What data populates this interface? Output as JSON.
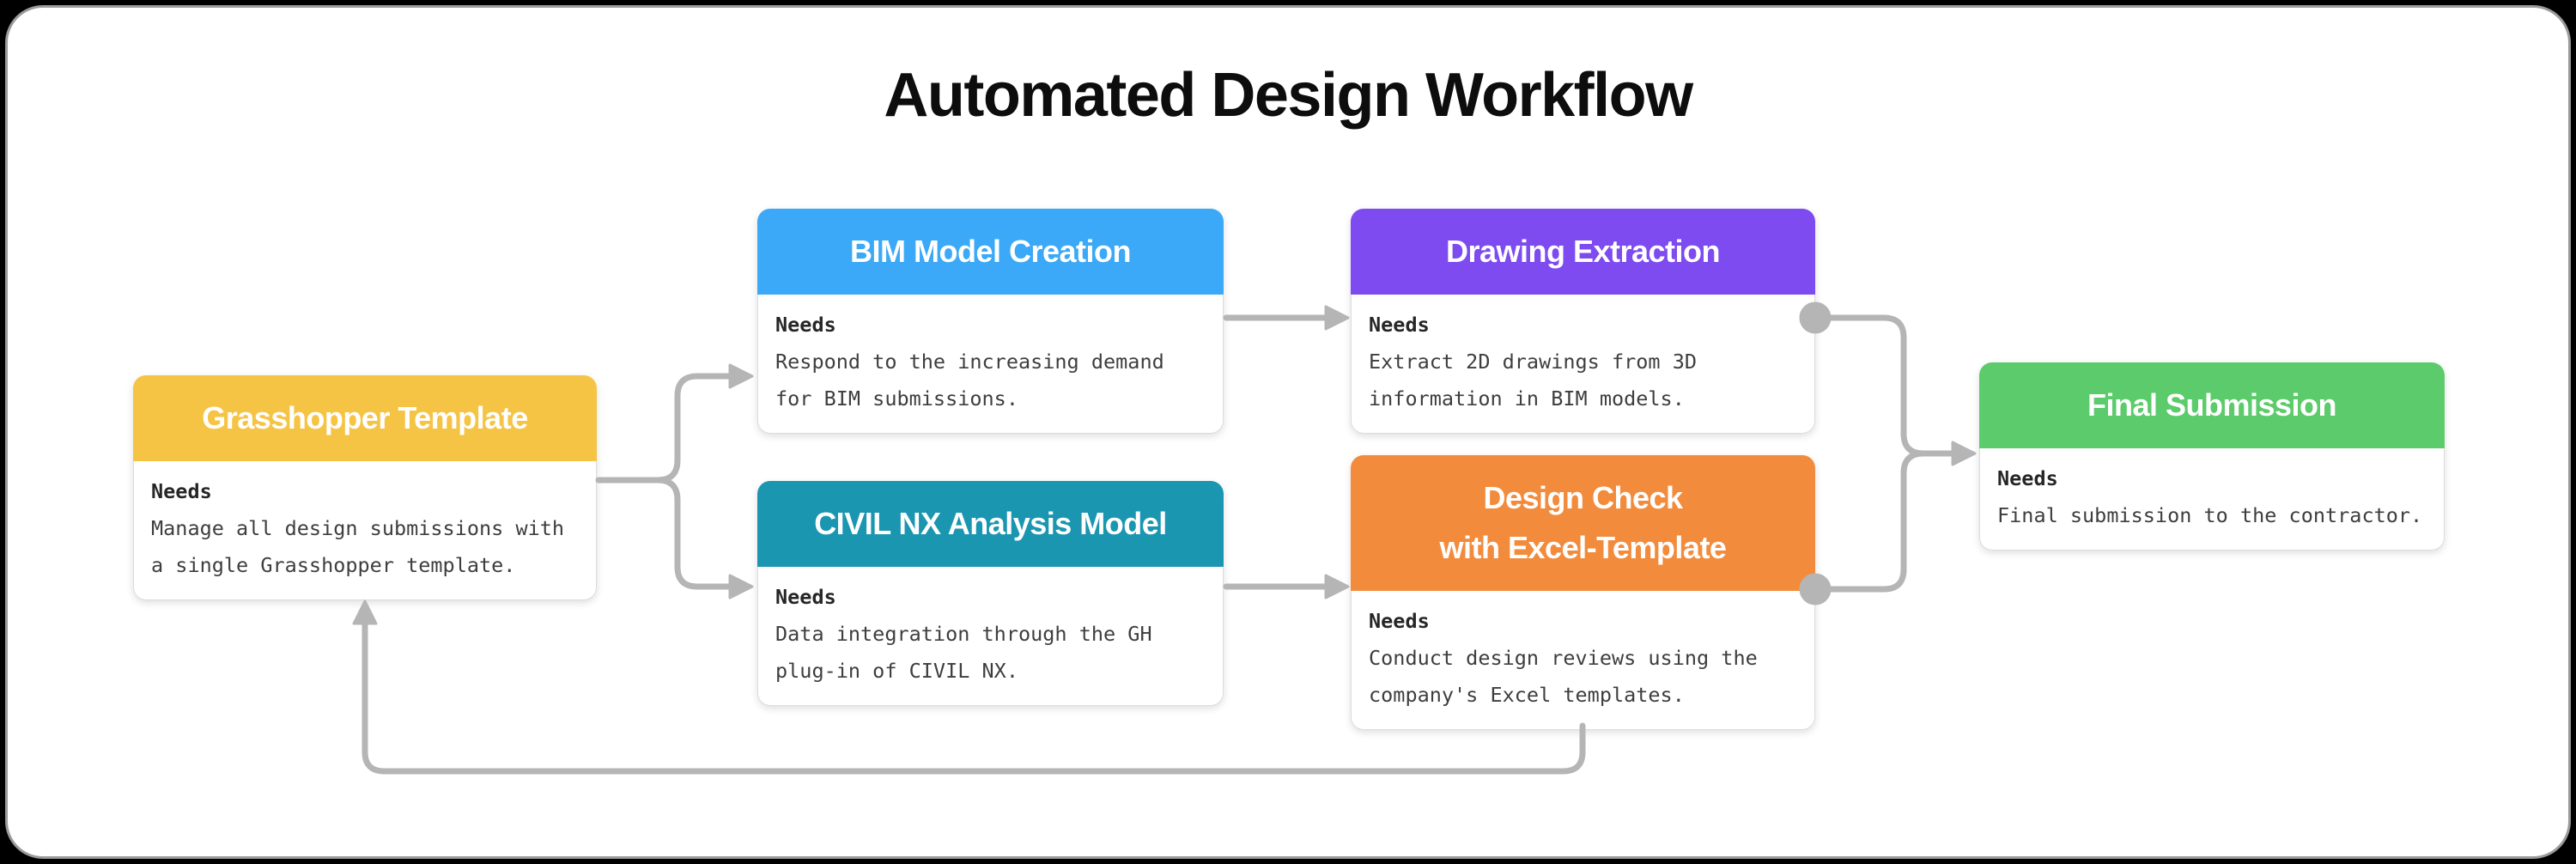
{
  "page": {
    "title": "Automated Design Workflow",
    "background_color": "#000000",
    "card_background": "#ffffff",
    "card_border_color": "#9b9b9b"
  },
  "connector": {
    "color": "#b5b5b5"
  },
  "boxes": {
    "grasshopper": {
      "title_line1": "Grasshopper Template",
      "title_line2": "",
      "header_color": "#F6C444",
      "needs_label": "Needs",
      "desc_line1": "Manage all design submissions with",
      "desc_line2": "a single Grasshopper template."
    },
    "bim": {
      "title_line1": "BIM Model Creation",
      "title_line2": "",
      "header_color": "#3BA9F7",
      "needs_label": "Needs",
      "desc_line1": "Respond to the increasing demand",
      "desc_line2": "for BIM submissions."
    },
    "civil": {
      "title_line1": "CIVIL NX Analysis Model",
      "title_line2": "",
      "header_color": "#1B96B1",
      "needs_label": "Needs",
      "desc_line1": "Data integration through the GH",
      "desc_line2": "plug-in of CIVIL NX."
    },
    "drawing": {
      "title_line1": "Drawing Extraction",
      "title_line2": "",
      "header_color": "#7D4BF0",
      "needs_label": "Needs",
      "desc_line1": "Extract 2D drawings from 3D",
      "desc_line2": "information in BIM models."
    },
    "design_check": {
      "title_line1": "Design Check",
      "title_line2": "with Excel-Template",
      "header_color": "#F28C3C",
      "needs_label": "Needs",
      "desc_line1": "Conduct design reviews using the",
      "desc_line2": "company's Excel templates."
    },
    "final": {
      "title_line1": "Final Submission",
      "title_line2": "",
      "header_color": "#5CCB6B",
      "needs_label": "Needs",
      "desc_line1": "Final submission to the contractor.",
      "desc_line2": ""
    }
  }
}
